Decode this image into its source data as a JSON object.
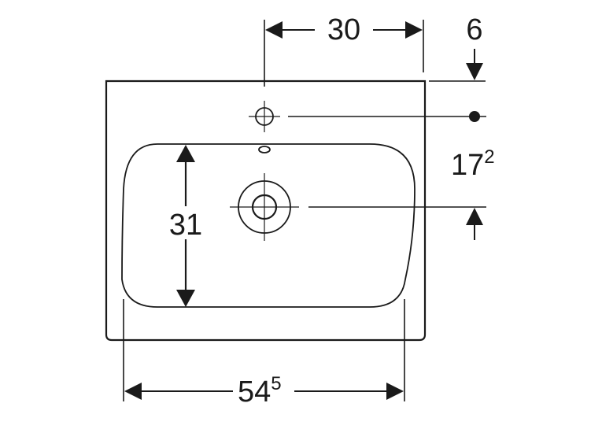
{
  "dimensions": {
    "tap_hole_offset": {
      "value": "30"
    },
    "top_offset": {
      "value": "6"
    },
    "drain_depth": {
      "value": "17",
      "superscript": "2"
    },
    "bowl_depth": {
      "value": "31"
    },
    "overall_width": {
      "value": "54",
      "superscript": "5"
    }
  },
  "colors": {
    "line": "#1a1a1a",
    "background": "#ffffff"
  }
}
